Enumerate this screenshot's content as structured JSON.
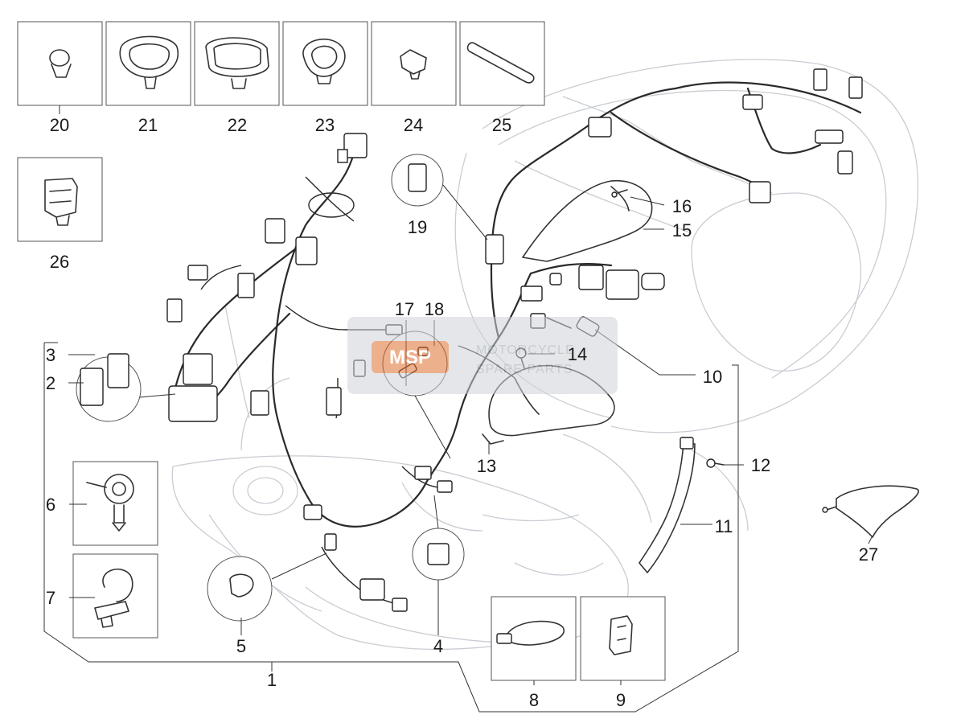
{
  "diagram": {
    "callouts": [
      "1",
      "2",
      "3",
      "4",
      "5",
      "6",
      "7",
      "8",
      "9",
      "10",
      "11",
      "12",
      "13",
      "14",
      "15",
      "16",
      "17",
      "18",
      "19",
      "20",
      "21",
      "22",
      "23",
      "24",
      "25",
      "26",
      "27"
    ],
    "watermark": {
      "logo_text": "MSP",
      "line1": "MOTORCYCLE",
      "line2": "SPARE PARTS"
    }
  }
}
